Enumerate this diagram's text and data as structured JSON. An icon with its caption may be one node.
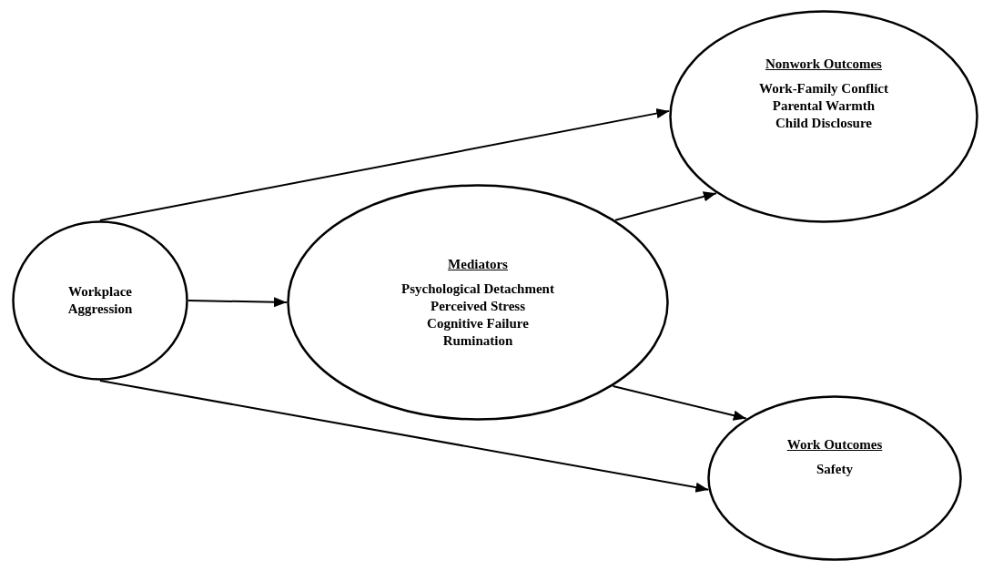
{
  "diagram": {
    "nodes": [
      {
        "text": [
          "Workplace Aggression"
        ]
      },
      {
        "text": [
          "Mediators",
          "Psychological Detachment",
          "Perceived Stress",
          "Cognitive Failure",
          "Rumination"
        ]
      },
      {
        "text": [
          "Nonwork Outcomes",
          "Work-Family Conflict",
          "Parental Warmth",
          "Child Disclosure"
        ]
      },
      {
        "text": [
          "Work Outcomes",
          "Safety"
        ]
      }
    ],
    "edges": [
      {
        "from": 0,
        "to": 2,
        "arrow": "to"
      },
      {
        "from": 0,
        "to": 1,
        "arrow": "to"
      },
      {
        "from": 1,
        "to": 2,
        "arrow": "to"
      },
      {
        "from": 1,
        "to": 3,
        "arrow": "to"
      },
      {
        "from": 0,
        "to": 3,
        "arrow": "to"
      }
    ]
  }
}
